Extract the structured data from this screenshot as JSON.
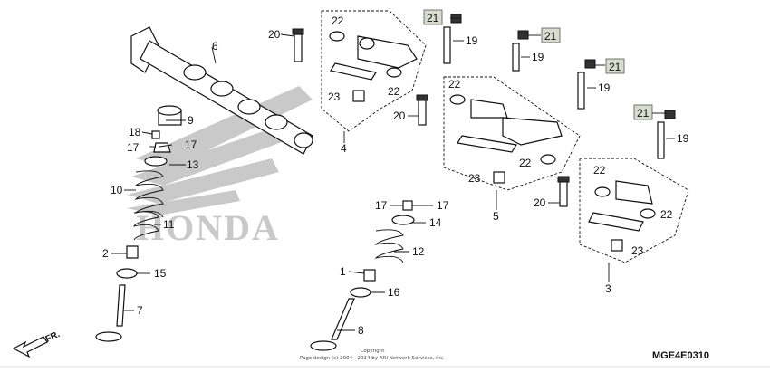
{
  "brand_logo": "HONDA",
  "diagram_code": "MGE4E0310",
  "front_arrow_label": "FR.",
  "copyright": {
    "line1": "Copyright",
    "line2": "Page design (c) 2004 - 2014 by ARI Network Services, Inc."
  },
  "callouts": [
    {
      "id": "c1a",
      "text": "1"
    },
    {
      "id": "c2",
      "text": "2"
    },
    {
      "id": "c3",
      "text": "3"
    },
    {
      "id": "c4",
      "text": "4"
    },
    {
      "id": "c5",
      "text": "5"
    },
    {
      "id": "c6",
      "text": "6"
    },
    {
      "id": "c7",
      "text": "7"
    },
    {
      "id": "c8",
      "text": "8"
    },
    {
      "id": "c9",
      "text": "9"
    },
    {
      "id": "c10",
      "text": "10"
    },
    {
      "id": "c11",
      "text": "11"
    },
    {
      "id": "c12",
      "text": "12"
    },
    {
      "id": "c13",
      "text": "13"
    },
    {
      "id": "c14",
      "text": "14"
    },
    {
      "id": "c15",
      "text": "15"
    },
    {
      "id": "c16",
      "text": "16"
    },
    {
      "id": "c17a",
      "text": "17"
    },
    {
      "id": "c17b",
      "text": "17"
    },
    {
      "id": "c17c",
      "text": "17"
    },
    {
      "id": "c17d",
      "text": "17"
    },
    {
      "id": "c18",
      "text": "18"
    },
    {
      "id": "c19a",
      "text": "19"
    },
    {
      "id": "c19b",
      "text": "19"
    },
    {
      "id": "c19c",
      "text": "19"
    },
    {
      "id": "c19d",
      "text": "19"
    },
    {
      "id": "c20a",
      "text": "20"
    },
    {
      "id": "c20b",
      "text": "20"
    },
    {
      "id": "c20c",
      "text": "20"
    },
    {
      "id": "c21a",
      "text": "21"
    },
    {
      "id": "c21b",
      "text": "21"
    },
    {
      "id": "c21c",
      "text": "21"
    },
    {
      "id": "c21d",
      "text": "21"
    },
    {
      "id": "c22a",
      "text": "22"
    },
    {
      "id": "c22b",
      "text": "22"
    },
    {
      "id": "c22c",
      "text": "22"
    },
    {
      "id": "c22d",
      "text": "22"
    },
    {
      "id": "c22e",
      "text": "22"
    },
    {
      "id": "c22f",
      "text": "22"
    },
    {
      "id": "c23a",
      "text": "23"
    },
    {
      "id": "c23b",
      "text": "23"
    },
    {
      "id": "c23c",
      "text": "23"
    }
  ]
}
